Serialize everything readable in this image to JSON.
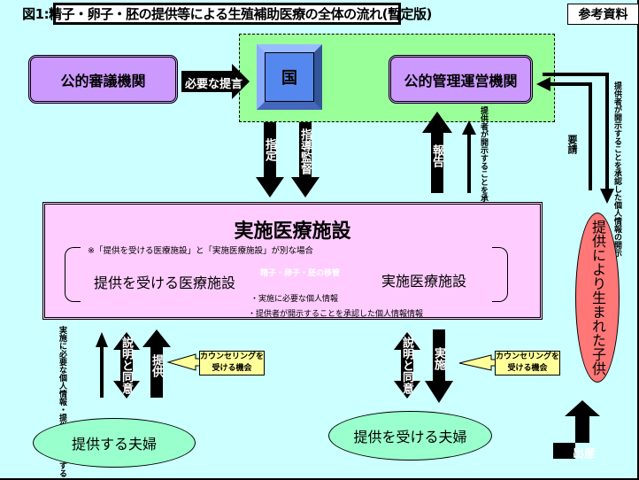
{
  "title": "図1:精子・卵子・胚の提供等による生殖補助医療の全体の流れ(暫定版)",
  "reference_label": "参考資料",
  "nodes": {
    "public_council": "公的審議機関",
    "state": "国",
    "public_admin": "公的管理運営機関",
    "clinic": "実施医療施設",
    "donor_couple": "提供する夫婦",
    "recipient_couple": "提供を受ける夫婦",
    "child": "提供により生まれた子供"
  },
  "clinic_box": {
    "note": "※「提供を受ける医療施設」と「実施医療施設」が別な場合",
    "receiving_clinic": "提供を受ける医療施設",
    "performing_clinic": "実施医療施設",
    "transfer_label": "精子・卵子・胚の移管",
    "info_item_1": "・実施に必要な個人情報",
    "info_item_2": "・提供者が開示することを承認した個人情報情報"
  },
  "arrows": {
    "recommendation": "必要な提言",
    "designation": "指定",
    "guidance": "指導監督",
    "report": "報告",
    "provide_personal_info": "提供者が開示することを承認した個人情報の提出",
    "request": "要請",
    "disclose_personal_info": "提供者が開示することを承認した個人情報の開示",
    "donor_info": "実施に必要な個人情報・提供者が開示することを承認した個人情報",
    "explain_consent_left": "説明と同意",
    "provide": "提供",
    "explain_consent_right": "説明と同意",
    "perform": "実施",
    "birth": "出産"
  },
  "counseling": {
    "left": [
      "カウンセリングを",
      "受ける機会"
    ],
    "right": [
      "カウンセリングを",
      "受ける機会"
    ]
  },
  "colors": {
    "background": "#ccffff",
    "admin_zone": "#99ff99",
    "agency": "#cc99ff",
    "state": "#6699ff",
    "clinic": "#ffccff",
    "couple": "#99ffcc",
    "child": "#ff7777",
    "counseling": "#ffff99"
  }
}
